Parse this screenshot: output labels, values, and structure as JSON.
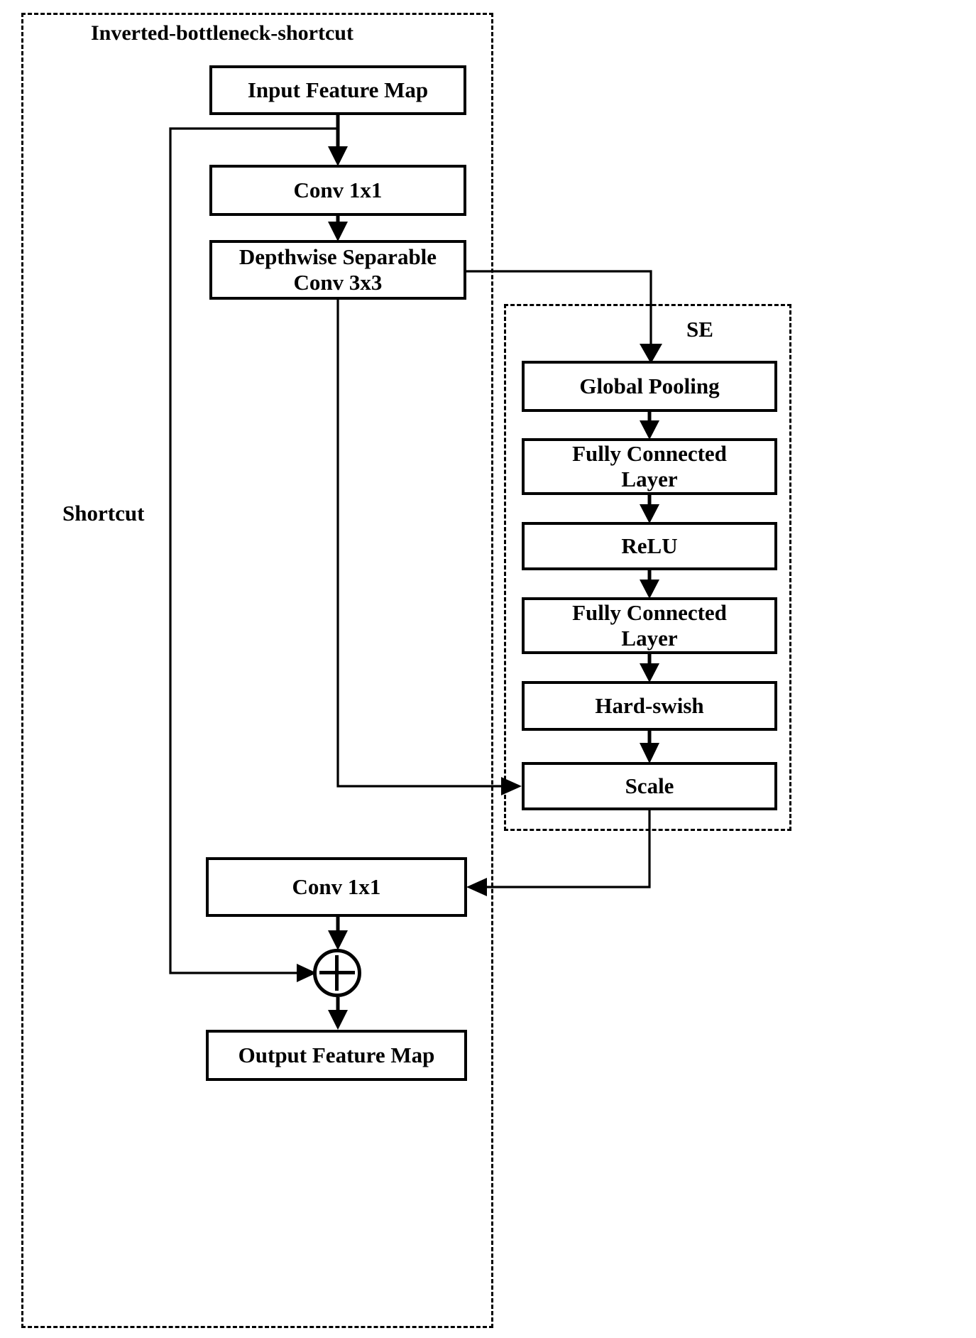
{
  "diagram": {
    "title": "Inverted-bottleneck-shortcut",
    "type": "flowchart",
    "groups": [
      {
        "id": "outer",
        "label": "Inverted-bottleneck-shortcut",
        "style": "dashed"
      },
      {
        "id": "se",
        "label": "SE",
        "style": "dashed"
      }
    ],
    "labels": {
      "shortcut": "Shortcut"
    },
    "main_nodes": [
      {
        "id": "input",
        "label": "Input Feature Map"
      },
      {
        "id": "conv1",
        "label": "Conv 1x1"
      },
      {
        "id": "dw",
        "label_line1": "Depthwise Separable",
        "label_line2": "Conv 3x3"
      },
      {
        "id": "conv2",
        "label": "Conv 1x1"
      },
      {
        "id": "sum",
        "label": "plus-circle"
      },
      {
        "id": "output",
        "label": "Output Feature Map"
      }
    ],
    "se_nodes": [
      {
        "id": "gp",
        "label": "Global Pooling"
      },
      {
        "id": "fc1",
        "label_line1": "Fully Connected",
        "label_line2": "Layer"
      },
      {
        "id": "relu",
        "label": "ReLU"
      },
      {
        "id": "fc2",
        "label_line1": "Fully Connected",
        "label_line2": "Layer"
      },
      {
        "id": "hswish",
        "label": "Hard-swish"
      },
      {
        "id": "scale",
        "label": "Scale"
      }
    ],
    "edges": [
      {
        "from": "input",
        "to": "conv1",
        "kind": "arrow-down"
      },
      {
        "from": "conv1",
        "to": "dw",
        "kind": "arrow-down"
      },
      {
        "from": "input",
        "to": "sum",
        "kind": "shortcut-left-bypass"
      },
      {
        "from": "dw",
        "to": "gp",
        "kind": "right-then-down-arrow"
      },
      {
        "from": "dw",
        "to": "scale",
        "kind": "down-then-right-arrow"
      },
      {
        "from": "gp",
        "to": "fc1",
        "kind": "arrow-down"
      },
      {
        "from": "fc1",
        "to": "relu",
        "kind": "arrow-down"
      },
      {
        "from": "relu",
        "to": "fc2",
        "kind": "arrow-down"
      },
      {
        "from": "fc2",
        "to": "hswish",
        "kind": "arrow-down"
      },
      {
        "from": "hswish",
        "to": "scale",
        "kind": "arrow-down"
      },
      {
        "from": "scale",
        "to": "conv2",
        "kind": "down-then-left-arrow"
      },
      {
        "from": "conv2",
        "to": "sum",
        "kind": "arrow-down"
      },
      {
        "from": "sum",
        "to": "output",
        "kind": "arrow-down"
      }
    ],
    "colors": {
      "stroke": "#000000",
      "background": "#ffffff",
      "text": "#000000"
    }
  }
}
